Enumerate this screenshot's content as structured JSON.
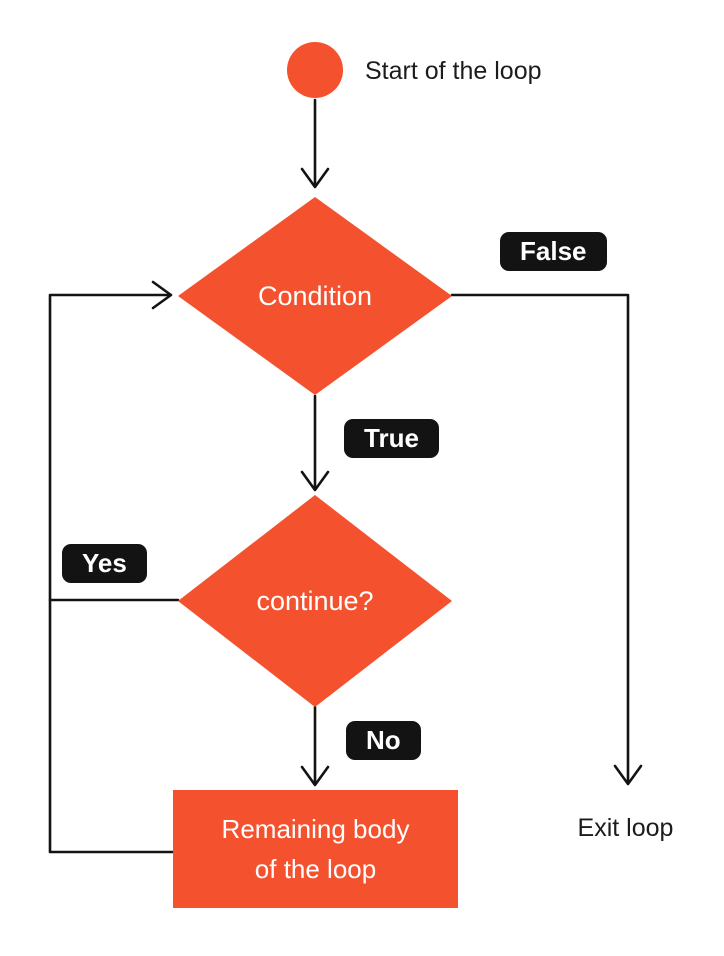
{
  "colors": {
    "accent": "#f4512e",
    "ink": "#131313",
    "label_text": "#ffffff",
    "text": "#1c1c1c",
    "background": "#ffffff"
  },
  "nodes": {
    "start": "Start of the loop",
    "condition": "Condition",
    "continue": "continue?",
    "body": {
      "lines": [
        "Remaining body",
        "of the loop"
      ]
    },
    "exit": "Exit loop"
  },
  "edge_labels": {
    "false": "False",
    "true": "True",
    "yes": "Yes",
    "no": "No"
  }
}
